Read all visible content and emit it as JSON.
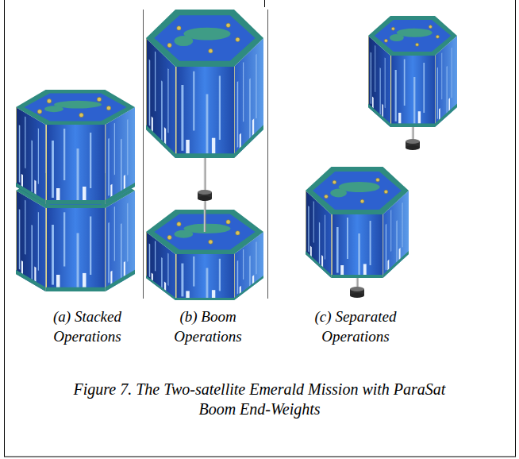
{
  "diagram": {
    "caption": "Figure 7. The Two-satellite Emerald Mission with ParaSat Boom End-Weights",
    "labels": [
      "(a) Stacked Operations",
      "(b) Boom Operations",
      "(c) Separated Operations"
    ]
  }
}
